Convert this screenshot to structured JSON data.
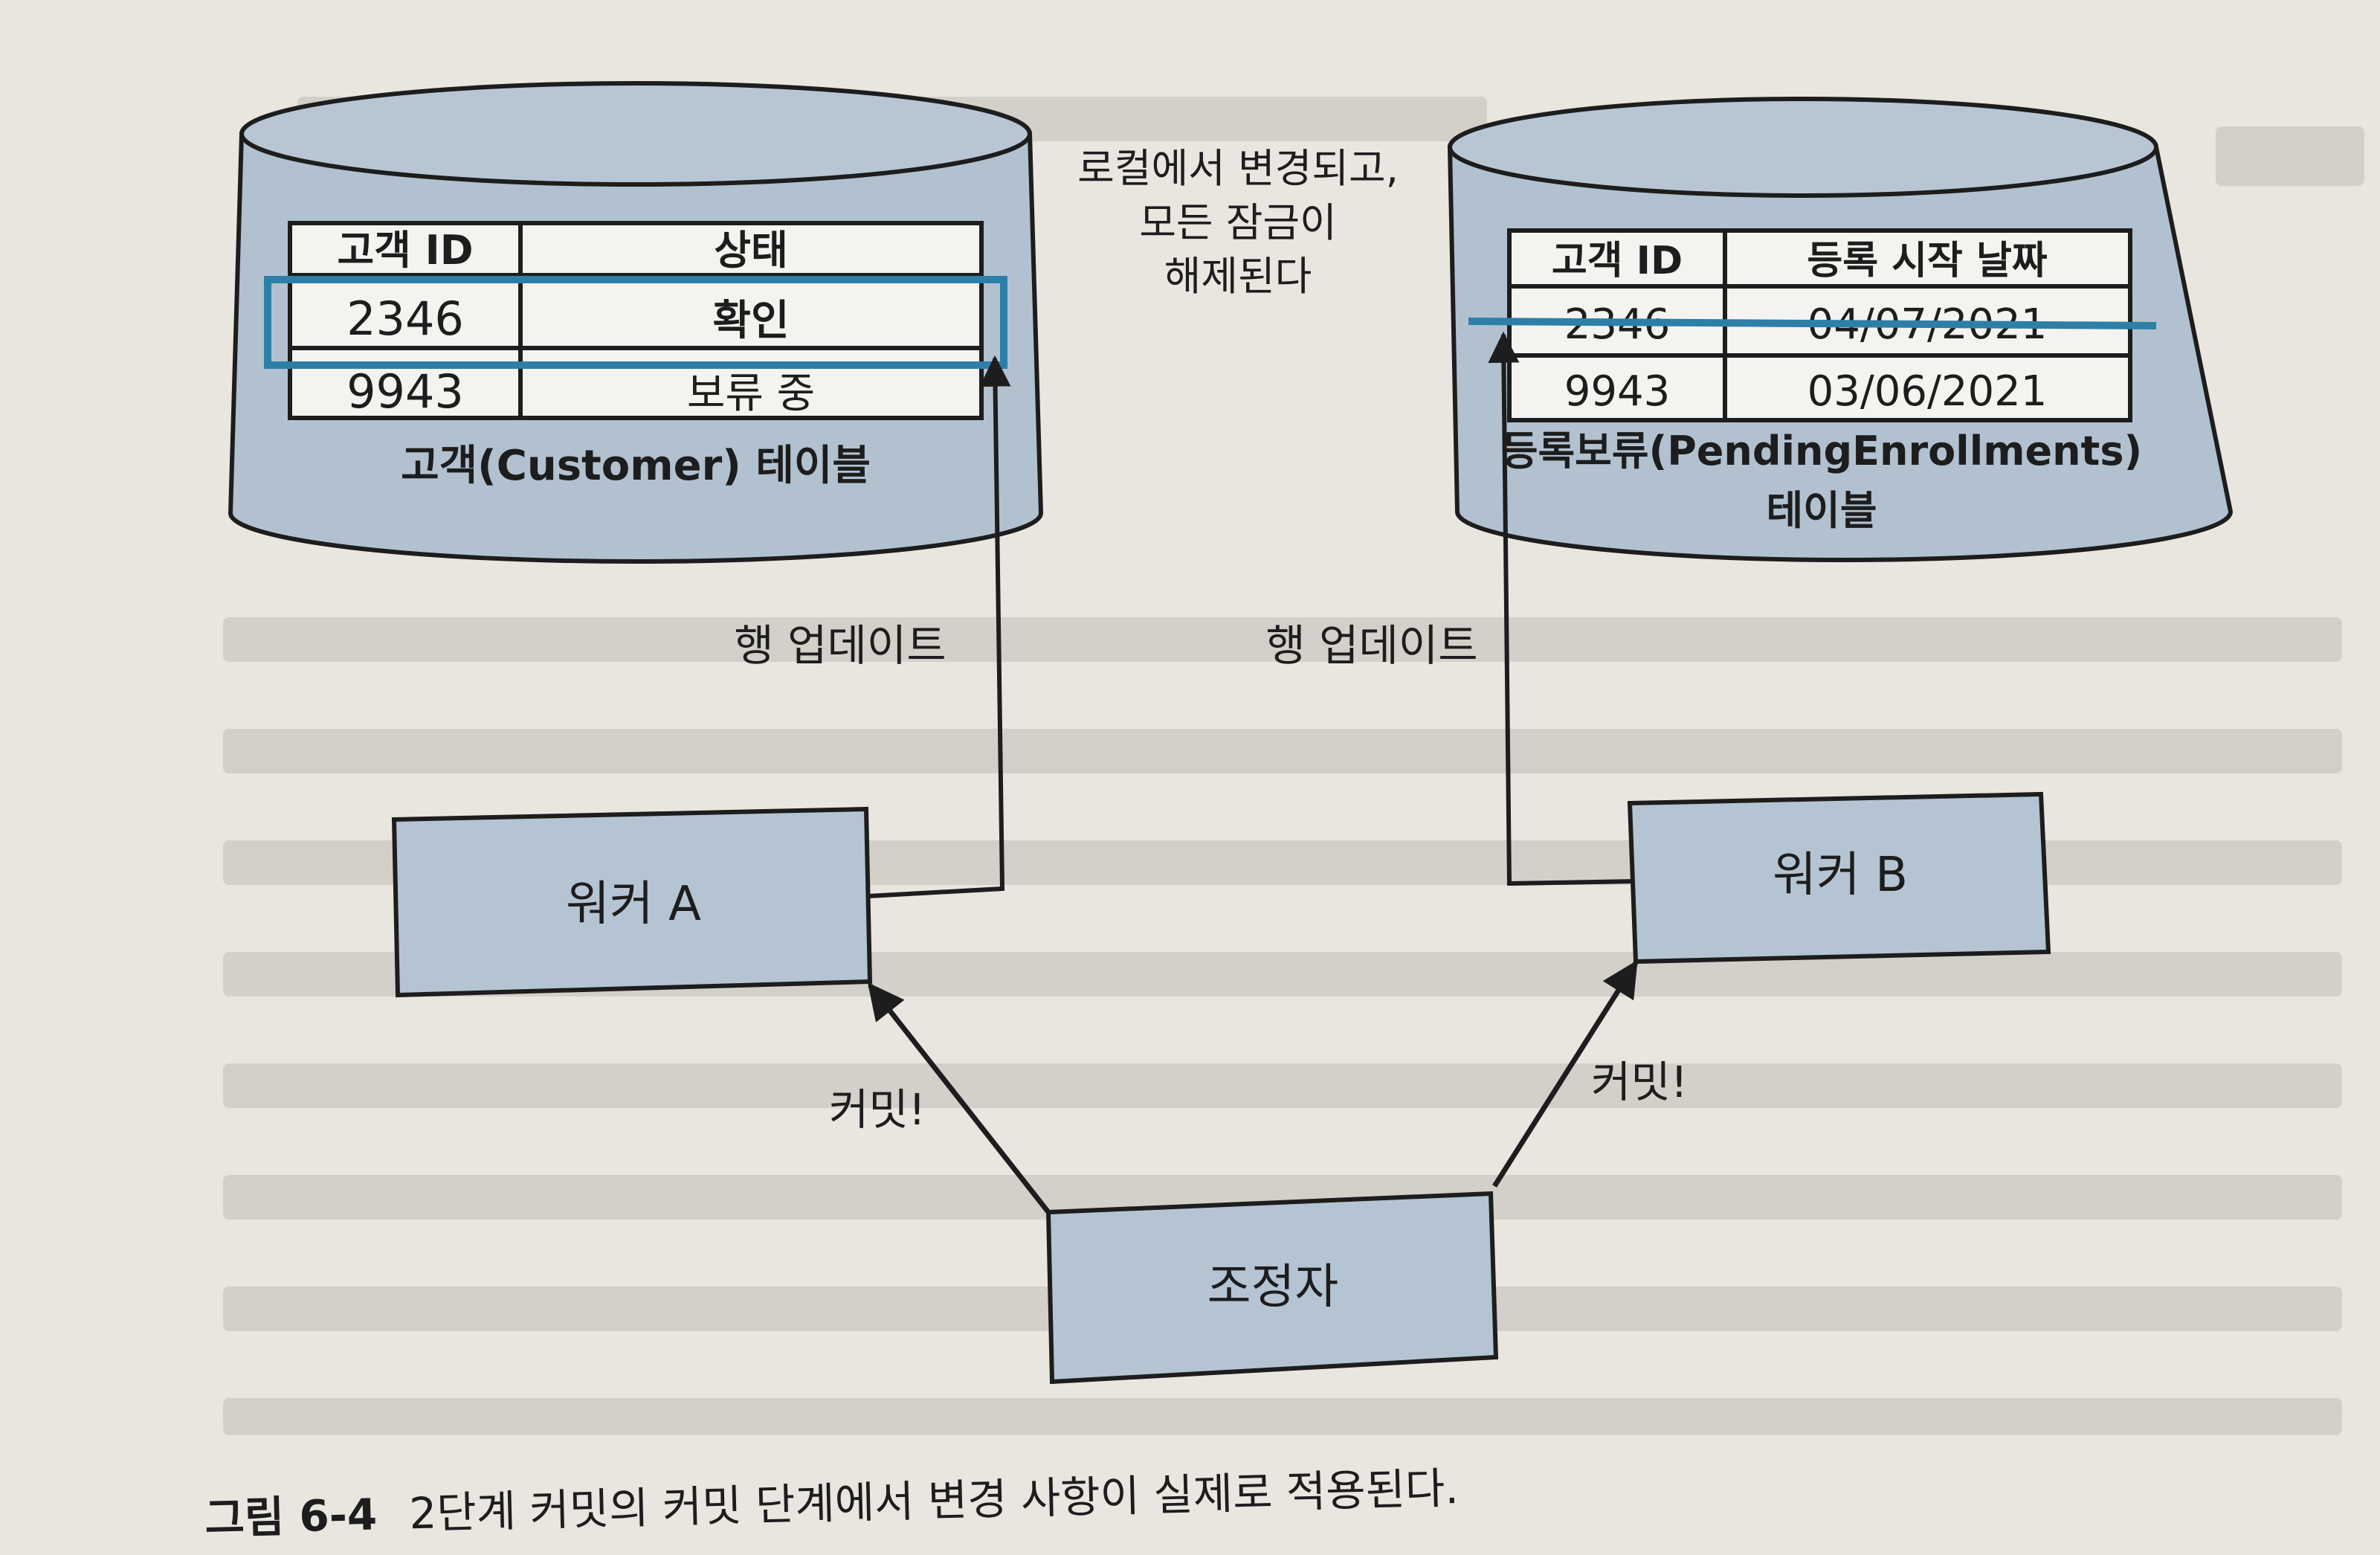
{
  "diagram": {
    "customer_table": {
      "headers": [
        "고객 ID",
        "상태"
      ],
      "rows": [
        [
          "2346",
          "확인"
        ],
        [
          "9943",
          "보류 중"
        ]
      ],
      "caption": "고객(Customer) 테이블"
    },
    "pending_table": {
      "headers": [
        "고객 ID",
        "등록 시작 날짜"
      ],
      "rows": [
        [
          "2346",
          "04/07/2021"
        ],
        [
          "9943",
          "03/06/2021"
        ]
      ],
      "caption_line1": "등록보류(PendingEnrollments)",
      "caption_line2": "테이블"
    },
    "note_lines": [
      "로컬에서 변경되고,",
      "모든 잠금이",
      "해제된다"
    ],
    "worker_a": "워커 A",
    "worker_b": "워커 B",
    "coordinator": "조정자",
    "row_update_left": "행 업데이트",
    "row_update_right": "행 업데이트",
    "commit_left": "커밋!",
    "commit_right": "커밋!"
  },
  "figure_caption": {
    "number": "그림 6-4",
    "text": "2단계 커밋의 커밋 단계에서 변경 사항이 실제로 적용된다."
  },
  "colors": {
    "page": "#e9e6df",
    "db_fill": "#b2c1d0",
    "box_fill": "#b5c4d3",
    "ink": "#1d1d1d",
    "highlight": "#2d7fa8"
  }
}
